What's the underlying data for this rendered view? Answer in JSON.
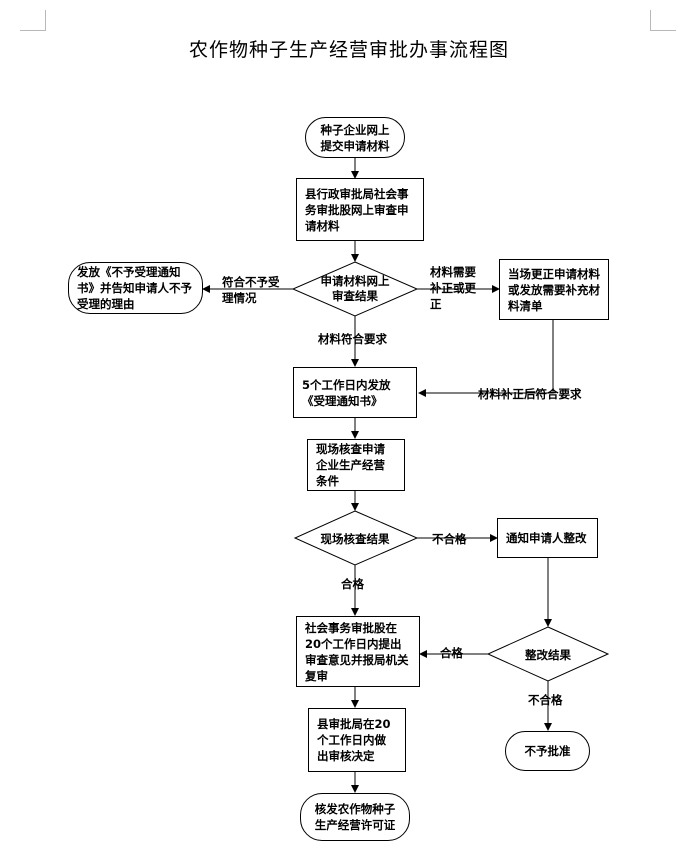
{
  "title": "农作物种子生产经营审批办事流程图",
  "nodes": {
    "start": "种子企业网上提交申请材料",
    "online_review": "县行政审批局社会事务审批股网上审查申请材料",
    "decision_materials": "申请材料网上审查结果",
    "reject_notice": "发放《不予受理通知书》并告知申请人不予受理的理由",
    "correct_materials": "当场更正申请材料或发放需要补充材料清单",
    "issue_acceptance": "5个工作日内发放《受理通知书》",
    "site_inspection": "现场核查申请企业生产经营条件",
    "decision_site": "现场核查结果",
    "notify_rectify": "通知申请人整改",
    "rectify_result": "整改结果",
    "review_report": "社会事务审批股在20个工作日内提出审查意见并报局机关复审",
    "final_decision": "县审批局在20个工作日内做出审核决定",
    "issue_license": "核发农作物种子生产经营许可证",
    "not_approved": "不予批准"
  },
  "edge_labels": {
    "not_meet": "符合不予受理情况",
    "need_supplement": "材料需要补正或更正",
    "meets": "材料符合要求",
    "supplement_ok": "材料补正后符合要求",
    "site_fail": "不合格",
    "site_pass": "合格",
    "rectify_pass": "合格",
    "rectify_fail": "不合格"
  }
}
